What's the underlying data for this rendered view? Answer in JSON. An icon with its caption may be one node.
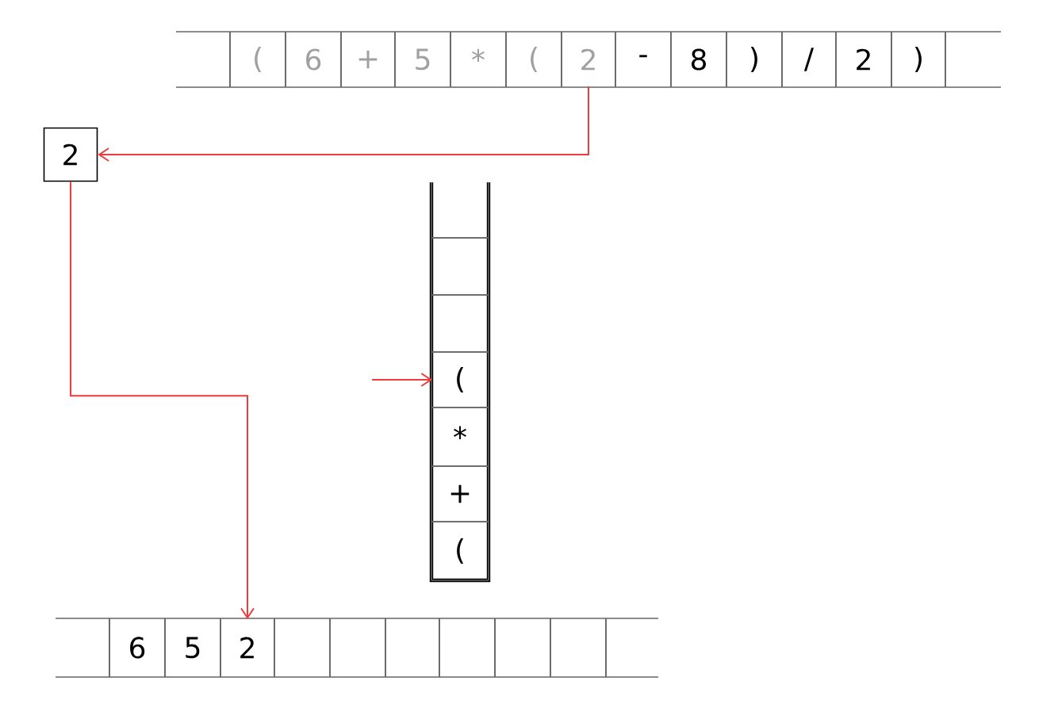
{
  "diagram": {
    "nodes": [
      {
        "text": [],
        "shape": "box"
      },
      {
        "text": [
          "("
        ]
      },
      {
        "text": [
          "6"
        ]
      },
      {
        "text": [
          "+"
        ]
      },
      {
        "text": [
          "5"
        ]
      },
      {
        "text": [
          "*"
        ]
      },
      {
        "text": [
          "("
        ]
      },
      {
        "text": [
          "2"
        ]
      },
      {
        "text": [
          "-"
        ]
      },
      {
        "text": [
          "8"
        ]
      },
      {
        "text": [
          ")"
        ]
      },
      {
        "text": [
          "/"
        ]
      },
      {
        "text": [
          "2"
        ]
      },
      {
        "text": [
          ")"
        ]
      },
      {
        "text": [],
        "shape": "box"
      },
      {
        "text": [
          "2"
        ]
      },
      {
        "text": [],
        "shape": "box"
      },
      {
        "text": [],
        "shape": "box"
      },
      {
        "text": [],
        "shape": "box"
      },
      {
        "text": [
          "("
        ]
      },
      {
        "text": [
          "*"
        ]
      },
      {
        "text": [
          "+"
        ]
      },
      {
        "text": [
          "("
        ]
      },
      {
        "text": [],
        "shape": "box"
      },
      {
        "text": [
          "6"
        ]
      },
      {
        "text": [
          "5"
        ]
      },
      {
        "text": [
          "2"
        ]
      },
      {
        "text": [],
        "shape": "box"
      },
      {
        "text": [],
        "shape": "box"
      },
      {
        "text": [],
        "shape": "box"
      },
      {
        "text": [],
        "shape": "box"
      },
      {
        "text": [],
        "shape": "box"
      },
      {
        "text": [],
        "shape": "box"
      },
      {
        "text": [],
        "shape": "box"
      }
    ],
    "edges": [
      {
        "from": 7,
        "to": 15,
        "arrow": "to"
      },
      {
        "from": 15,
        "to": 26,
        "arrow": "to"
      },
      {
        "from": null,
        "to": 19,
        "arrow": "to"
      }
    ]
  }
}
